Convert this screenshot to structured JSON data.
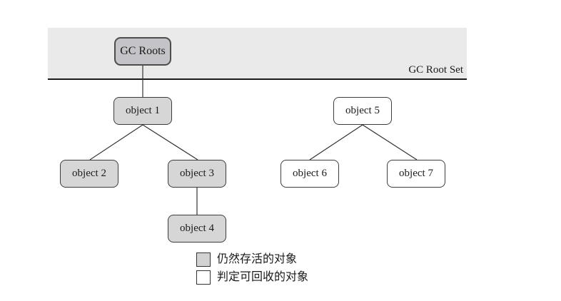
{
  "banner": {
    "label": "GC Root Set"
  },
  "nodes": {
    "gc_roots": {
      "label": "GC Roots",
      "state": "root"
    },
    "object1": {
      "label": "object 1",
      "state": "alive"
    },
    "object2": {
      "label": "object 2",
      "state": "alive"
    },
    "object3": {
      "label": "object 3",
      "state": "alive"
    },
    "object4": {
      "label": "object 4",
      "state": "alive"
    },
    "object5": {
      "label": "object 5",
      "state": "recyclable"
    },
    "object6": {
      "label": "object 6",
      "state": "recyclable"
    },
    "object7": {
      "label": "object 7",
      "state": "recyclable"
    }
  },
  "edges": [
    {
      "from": "GC Roots",
      "to": "object 1"
    },
    {
      "from": "object 1",
      "to": "object 2"
    },
    {
      "from": "object 1",
      "to": "object 3"
    },
    {
      "from": "object 3",
      "to": "object 4"
    },
    {
      "from": "object 5",
      "to": "object 6"
    },
    {
      "from": "object 5",
      "to": "object 7"
    }
  ],
  "legend": {
    "alive": {
      "label": "仍然存活的对象"
    },
    "recyclable": {
      "label": "判定可回收的对象"
    }
  },
  "colors": {
    "banner_fill": "#eaeaea",
    "roots_fill": "#c4c4c8",
    "alive_fill": "#d6d6d6",
    "recyclable_fill": "#ffffff",
    "line": "#333333"
  }
}
